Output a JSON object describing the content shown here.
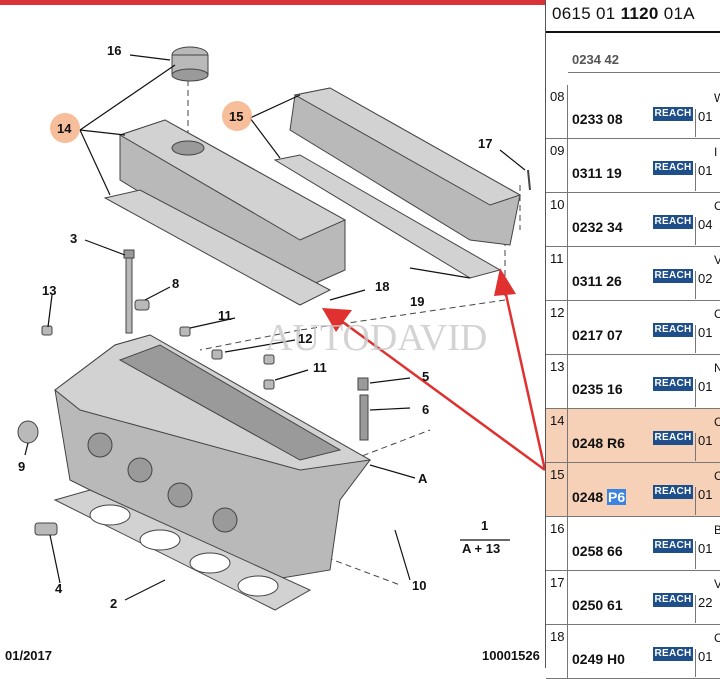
{
  "diagram": {
    "callouts": {
      "c16": "16",
      "c14": "14",
      "c15": "15",
      "c17": "17",
      "c3": "3",
      "c8": "8",
      "c13": "13",
      "c18": "18",
      "c19": "19",
      "c11a": "11",
      "c12": "12",
      "c11b": "11",
      "c5": "5",
      "c6": "6",
      "c9": "9",
      "cA": "A",
      "c4": "4",
      "c2": "2",
      "c10": "10",
      "c1": "1",
      "cA13": "A + 13"
    },
    "watermark": "AUTODAVID",
    "footer_date": "01/2017",
    "footer_ref": "10001526"
  },
  "parts_list": {
    "header_parts": [
      "0615 01 ",
      "1120",
      " 01A"
    ],
    "partial_top": "0234 42",
    "rows": [
      {
        "idx": "08",
        "ref": "0233 08",
        "sel": "",
        "badge": "REACH",
        "qty": "01",
        "extra": "W"
      },
      {
        "idx": "09",
        "ref": "0311 19",
        "sel": "",
        "badge": "REACH",
        "qty": "01",
        "extra": "I"
      },
      {
        "idx": "10",
        "ref": "0232 34",
        "sel": "",
        "badge": "REACH",
        "qty": "04",
        "extra": "C"
      },
      {
        "idx": "11",
        "ref": "0311 26",
        "sel": "",
        "badge": "REACH",
        "qty": "02",
        "extra": "V"
      },
      {
        "idx": "12",
        "ref": "0217 07",
        "sel": "",
        "badge": "REACH",
        "qty": "01",
        "extra": "C"
      },
      {
        "idx": "13",
        "ref": "0235 16",
        "sel": "",
        "badge": "REACH",
        "qty": "01",
        "extra": "N"
      },
      {
        "idx": "14",
        "ref": "0248 R6",
        "sel": "",
        "badge": "REACH",
        "qty": "01",
        "extra": "C"
      },
      {
        "idx": "15",
        "ref": "0248 ",
        "sel": "P6",
        "badge": "REACH",
        "qty": "01",
        "extra": "C"
      },
      {
        "idx": "16",
        "ref": "0258 66",
        "sel": "",
        "badge": "REACH",
        "qty": "01",
        "extra": "B"
      },
      {
        "idx": "17",
        "ref": "0250 61",
        "sel": "",
        "badge": "REACH",
        "qty": "22",
        "extra": "V"
      },
      {
        "idx": "18",
        "ref": "0249 H0",
        "sel": "",
        "badge": "REACH",
        "qty": "01",
        "extra": "C"
      }
    ],
    "highlight_color": "#f6d1b8",
    "badge_color": "#1f4f8a"
  }
}
